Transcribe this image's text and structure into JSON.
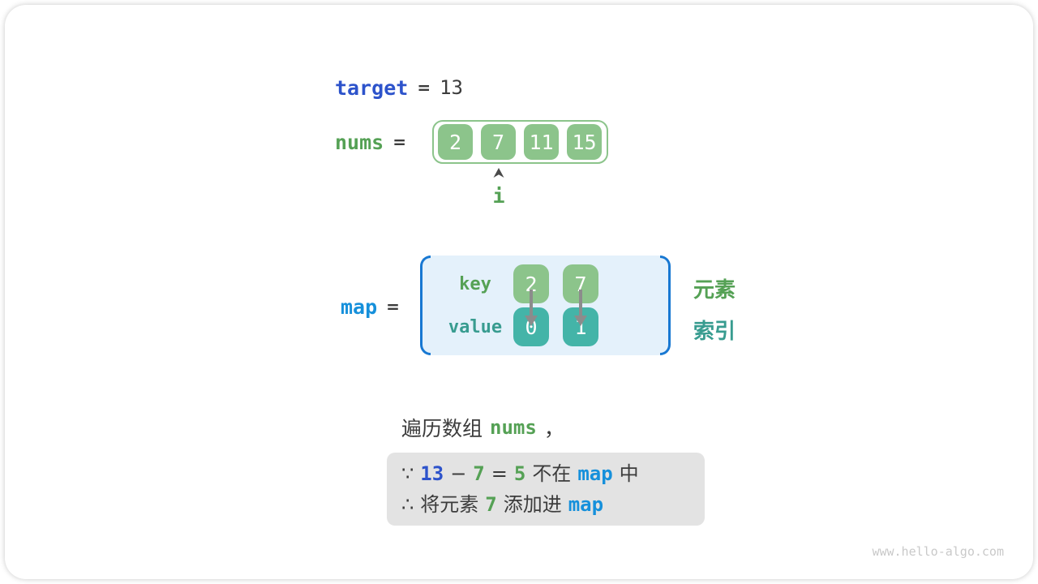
{
  "colors": {
    "royal_blue": "#2D53CB",
    "bright_blue": "#1690DB",
    "green_text": "#55A155",
    "green_fill": "#8CC48B",
    "teal_text": "#389C90",
    "teal_fill": "#44B4A8",
    "dark_text": "#3C3C3C",
    "map_bg": "#E4F1FB",
    "note_bg": "#E3E3E3",
    "bracket_blue": "#1878D2",
    "arrow_gray": "#8C8C8C",
    "pointer_gray": "#4A4A4A",
    "watermark_gray": "#C9C9C9"
  },
  "target_row": {
    "label": "target",
    "op": "=",
    "value": "13"
  },
  "nums_row": {
    "label": "nums",
    "op": "=",
    "cells": [
      "2",
      "7",
      "11",
      "15"
    ],
    "pointer": "i",
    "pointer_index": 1
  },
  "map_row": {
    "label": "map",
    "op": "=",
    "key_label": "key",
    "value_label": "value",
    "entries": [
      {
        "key": "2",
        "value": "0"
      },
      {
        "key": "7",
        "value": "1"
      }
    ],
    "element_label": "元素",
    "index_label": "索引"
  },
  "caption": {
    "prefix": "遍历数组",
    "code": "nums",
    "suffix": "，"
  },
  "note": {
    "lines": [
      [
        {
          "t": "∵",
          "s": "dark"
        },
        {
          "t": "13",
          "s": "royal"
        },
        {
          "t": "−",
          "s": "dark"
        },
        {
          "t": "7",
          "s": "green"
        },
        {
          "t": "=",
          "s": "dark"
        },
        {
          "t": "5",
          "s": "green"
        },
        {
          "t": "不在",
          "s": "dark"
        },
        {
          "t": "map",
          "s": "blue"
        },
        {
          "t": "中",
          "s": "dark"
        }
      ],
      [
        {
          "t": "∴",
          "s": "dark"
        },
        {
          "t": "将元素",
          "s": "dark"
        },
        {
          "t": "7",
          "s": "green"
        },
        {
          "t": "添加进",
          "s": "dark"
        },
        {
          "t": "map",
          "s": "blue"
        }
      ]
    ]
  },
  "watermark": "www.hello-algo.com"
}
